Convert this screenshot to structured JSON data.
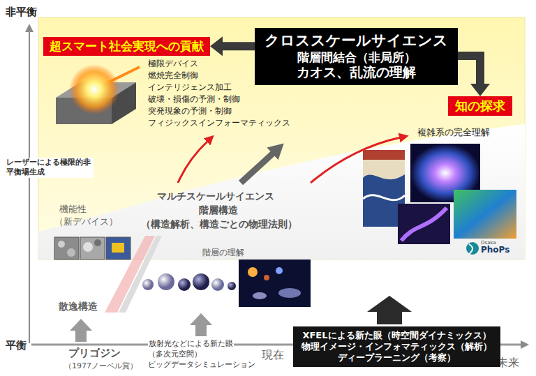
{
  "diagram": {
    "nodes": [
      {
        "text": [
          "超スマート社会実現への貢献"
        ]
      },
      {
        "text": [
          "クロススケールサイエンス",
          "階層間結合（非局所）",
          "カオス、乱流の理解"
        ]
      },
      {
        "text": [
          "知の探求"
        ]
      },
      {
        "text": [
          "XFELによる新た眼（時空間ダイナミックス）",
          "物理イメージ・インフォマティックス（解析）",
          "ディープラーニング（考察）"
        ]
      }
    ],
    "edges": [
      {
        "from": 1,
        "to": 0,
        "arrow": "to"
      },
      {
        "from": 1,
        "to": 2,
        "arrow": "to"
      }
    ],
    "labels": [
      "非平衡",
      "レーザーによる極限的非平衡場生成",
      "極限デバイス",
      "燃焼完全制御",
      "インテリジェンス加工",
      "破壊・損傷の予測・制御",
      "突発現象の予測・制御",
      "フィジックスインフォーマティックス",
      "複雑系の完全理解",
      "マルチスケールサイエンス",
      "階層構造",
      "（構造解析、構造ごとの物理法則）",
      "機能性",
      "（新デバイス）",
      "階層の理解",
      "散逸構造",
      "平衡",
      "プリゴジン",
      "（1977ノーベル賞）",
      "放射光などによる新た眼",
      "（多次元空間）",
      "ビッグデータシミュレーション",
      "現在",
      "未来",
      "Osaka",
      "PhoPs"
    ]
  }
}
